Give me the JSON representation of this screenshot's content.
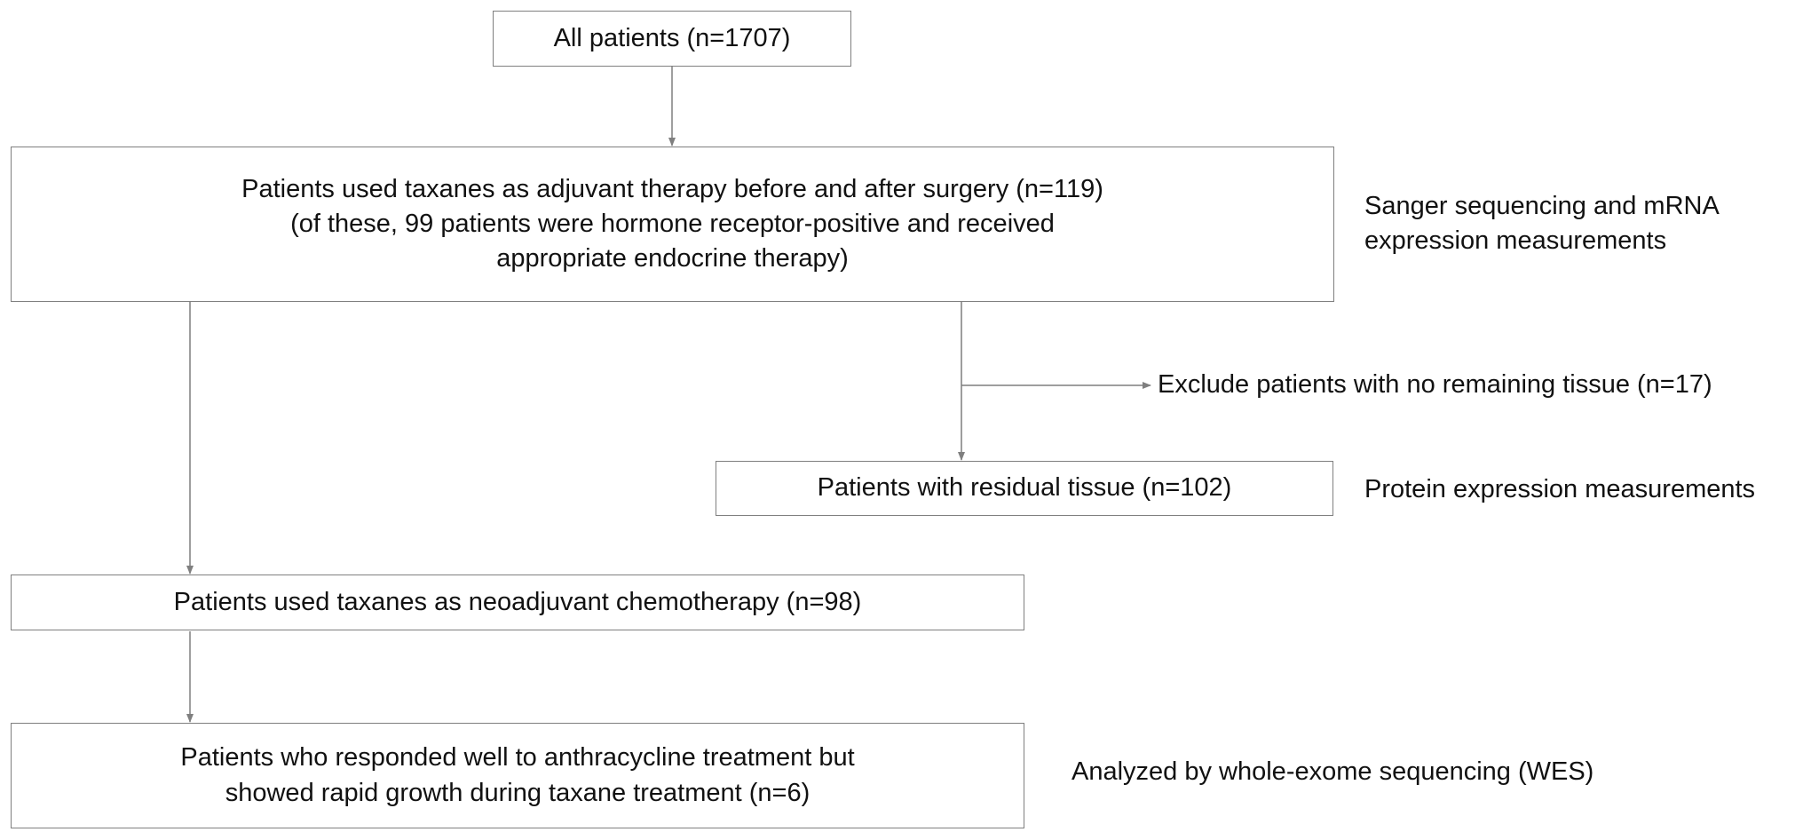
{
  "flowchart": {
    "nodes": {
      "all_patients": {
        "lines": [
          "All patients (n=1707)"
        ]
      },
      "adjuvant": {
        "lines": [
          "Patients used taxanes as adjuvant therapy before and after surgery (n=119)",
          "(of these, 99 patients were hormone receptor-positive and received",
          "appropriate endocrine therapy)"
        ]
      },
      "exclude": {
        "lines": [
          "Exclude patients with no remaining tissue (n=17)"
        ]
      },
      "residual": {
        "lines": [
          "Patients with residual tissue (n=102)"
        ]
      },
      "neoadjuvant": {
        "lines": [
          "Patients used taxanes as neoadjuvant chemotherapy (n=98)"
        ]
      },
      "rapid_growth": {
        "lines": [
          "Patients who responded well to anthracycline treatment but",
          "showed rapid growth during taxane treatment (n=6)"
        ]
      }
    },
    "annotations": {
      "sanger": {
        "lines": [
          "Sanger sequencing and mRNA",
          "expression measurements"
        ]
      },
      "protein": {
        "lines": [
          "Protein expression measurements"
        ]
      },
      "wes": {
        "lines": [
          "Analyzed by whole-exome sequencing (WES)"
        ]
      }
    },
    "colors": {
      "line": "#7f7f7f",
      "text": "#111111",
      "background": "#ffffff"
    }
  }
}
